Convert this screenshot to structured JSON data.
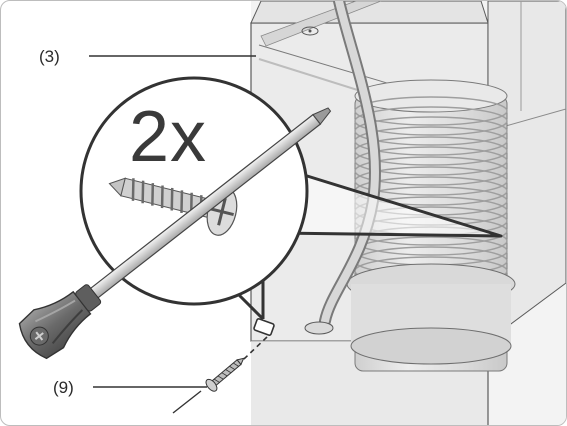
{
  "callouts": {
    "part_3": "(3)",
    "part_9": "(9)"
  },
  "zoom_detail": {
    "count": "2x"
  },
  "colors": {
    "line": "#4a4a4a",
    "cabinet_fill": "#ececec",
    "drum_fill": "#e1e1e1",
    "screwdriver_handle": "#6f6f6f"
  },
  "icons": [
    "screwdriver-icon",
    "screw-icon"
  ]
}
